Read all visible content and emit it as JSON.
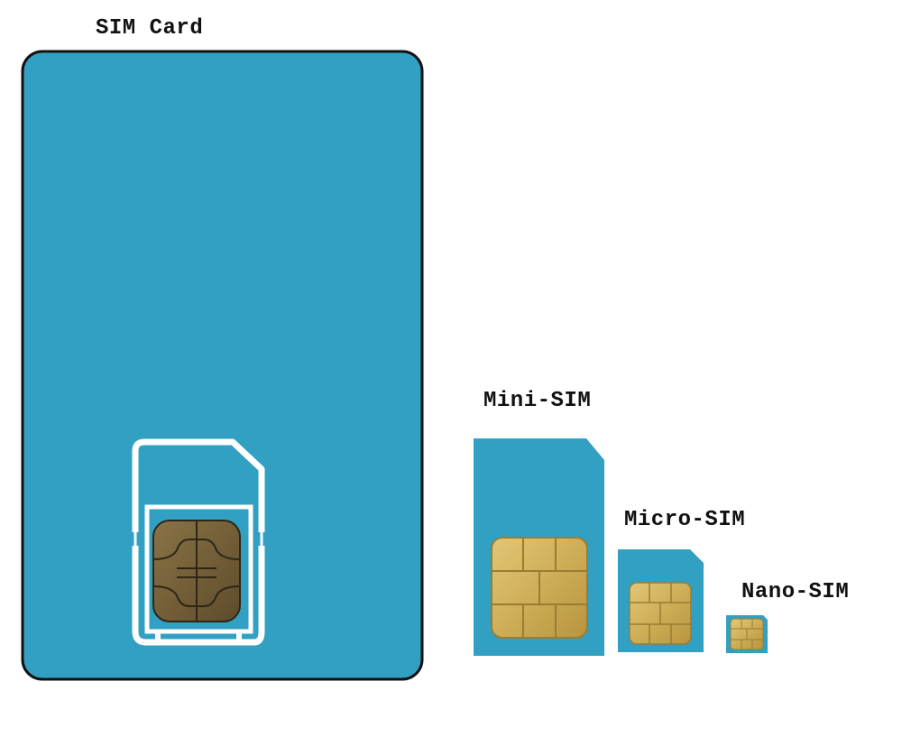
{
  "labels": {
    "sim_card": "SIM Card",
    "mini_sim": "Mini-SIM",
    "micro_sim": "Micro-SIM",
    "nano_sim": "Nano-SIM"
  },
  "colors": {
    "card_blue": "#31a0c3",
    "card_outline": "#111111",
    "cutout_lines": "#ffffff",
    "chip_dark": "#6e5a36",
    "chip_gold": "#d7b866"
  }
}
